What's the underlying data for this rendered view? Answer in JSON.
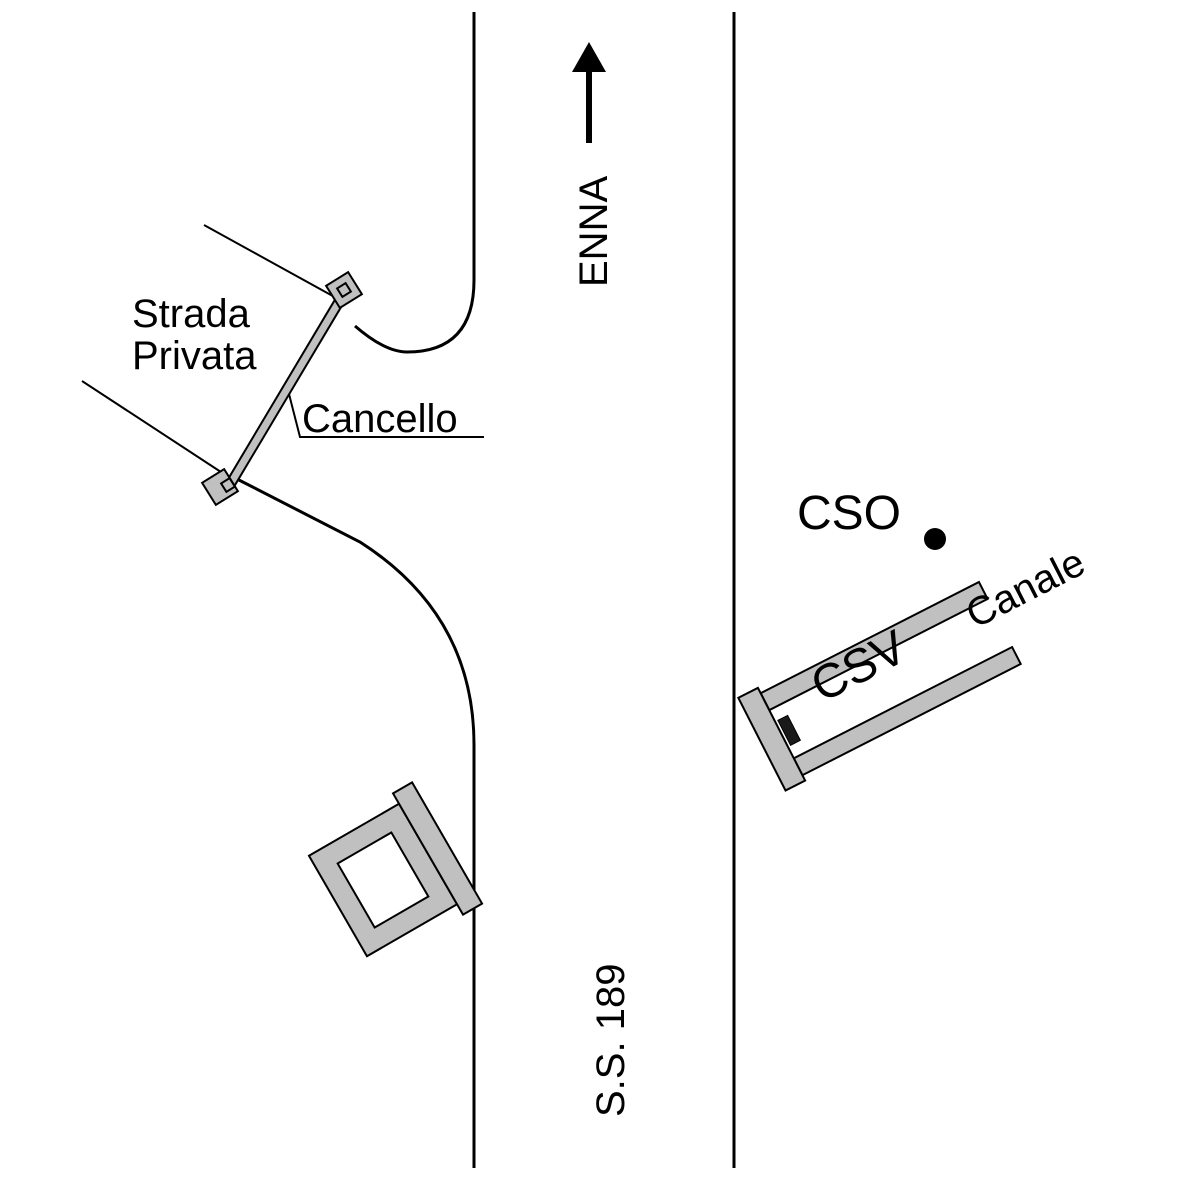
{
  "labels": {
    "direction": "ENNA",
    "road": "S.S. 189",
    "private_road_line1": "Strada",
    "private_road_line2": "Privata",
    "gate": "Cancello",
    "cso": "CSO",
    "canal": "Canale",
    "csv": "CSV"
  },
  "colors": {
    "line": "#000000",
    "structure_fill": "#c0c0c0",
    "background": "#ffffff"
  },
  "icons": {
    "direction_arrow": "arrow-up-icon",
    "cso_marker": "filled-circle-icon"
  }
}
